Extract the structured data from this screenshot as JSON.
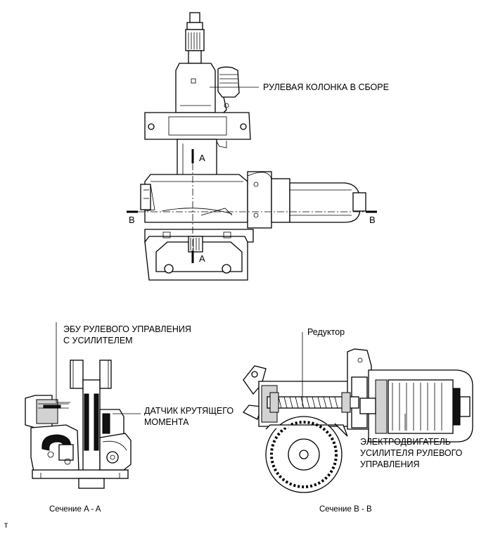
{
  "labels": {
    "column_assembly": "РУЛЕВАЯ КОЛОНКА В СБОРЕ",
    "ecu_line1": "ЭБУ РУЛЕВОГО УПРАВЛЕНИЯ",
    "ecu_line2": "С УСИЛИТЕЛЕМ",
    "torque_line1": "ДАТЧИК КРУТЯЩЕГО",
    "torque_line2": "МОМЕНТА",
    "reducer": "Редуктор",
    "motor_line1": "ЭЛЕКТРОДВИГАТЕЛЬ",
    "motor_line2": "УСИЛИТЕЛЯ РУЛЕВОГО",
    "motor_line3": "УПРАВЛЕНИЯ"
  },
  "section_marks": {
    "a_top": "A",
    "a_bottom": "A",
    "b_left": "B",
    "b_right": "B"
  },
  "captions": {
    "section_a": "Сечение A - A",
    "section_b": "Сечение B - B"
  },
  "corner_mark": "т"
}
